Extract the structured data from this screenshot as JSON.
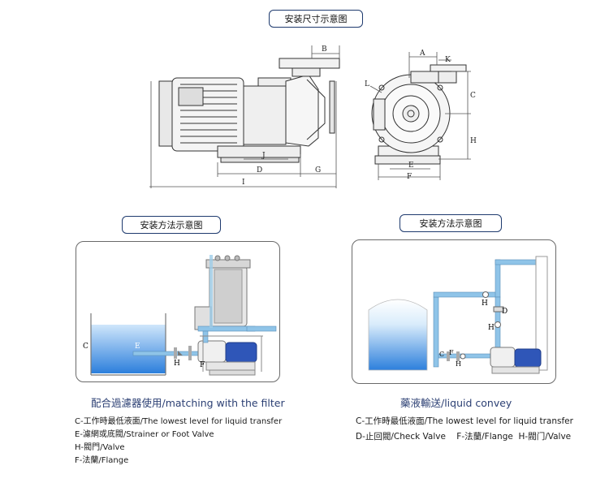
{
  "top_title": "安装尺寸示意图",
  "left_title": "安装方法示意图",
  "right_title": "安装方法示意图",
  "dims": {
    "A": "A",
    "B": "B",
    "C": "C",
    "D": "D",
    "E": "E",
    "F": "F",
    "G": "G",
    "H": "H",
    "I": "I",
    "J": "J",
    "K": "K",
    "L": "L"
  },
  "left_diagram": {
    "C": "C",
    "E": "E",
    "H": "H",
    "F": "F"
  },
  "right_diagram": {
    "H1": "H",
    "D": "D",
    "H2": "H",
    "C": "C",
    "F": "F",
    "H3": "H"
  },
  "left_caption": "配合過濾器使用/matching with the filter",
  "right_caption": "藥液輸送/liquid convey",
  "left_legend": [
    "C-工作時最低液面/The lowest level for liquid transfer",
    "E-濾網或底閥/Strainer or Foot Valve",
    "H-閥門/Valve",
    "F-法蘭/Flange"
  ],
  "right_legend": [
    "C-工作時最低液面/The lowest level for liquid transfer",
    "D-止回閥/Check Valve    F-法蘭/Flange  H-閥门/Valve"
  ],
  "colors": {
    "accent": "#1e3a6e",
    "water": "#3d8fe0",
    "pipe": "#8fc4e8",
    "caption": "#2b3f73"
  }
}
